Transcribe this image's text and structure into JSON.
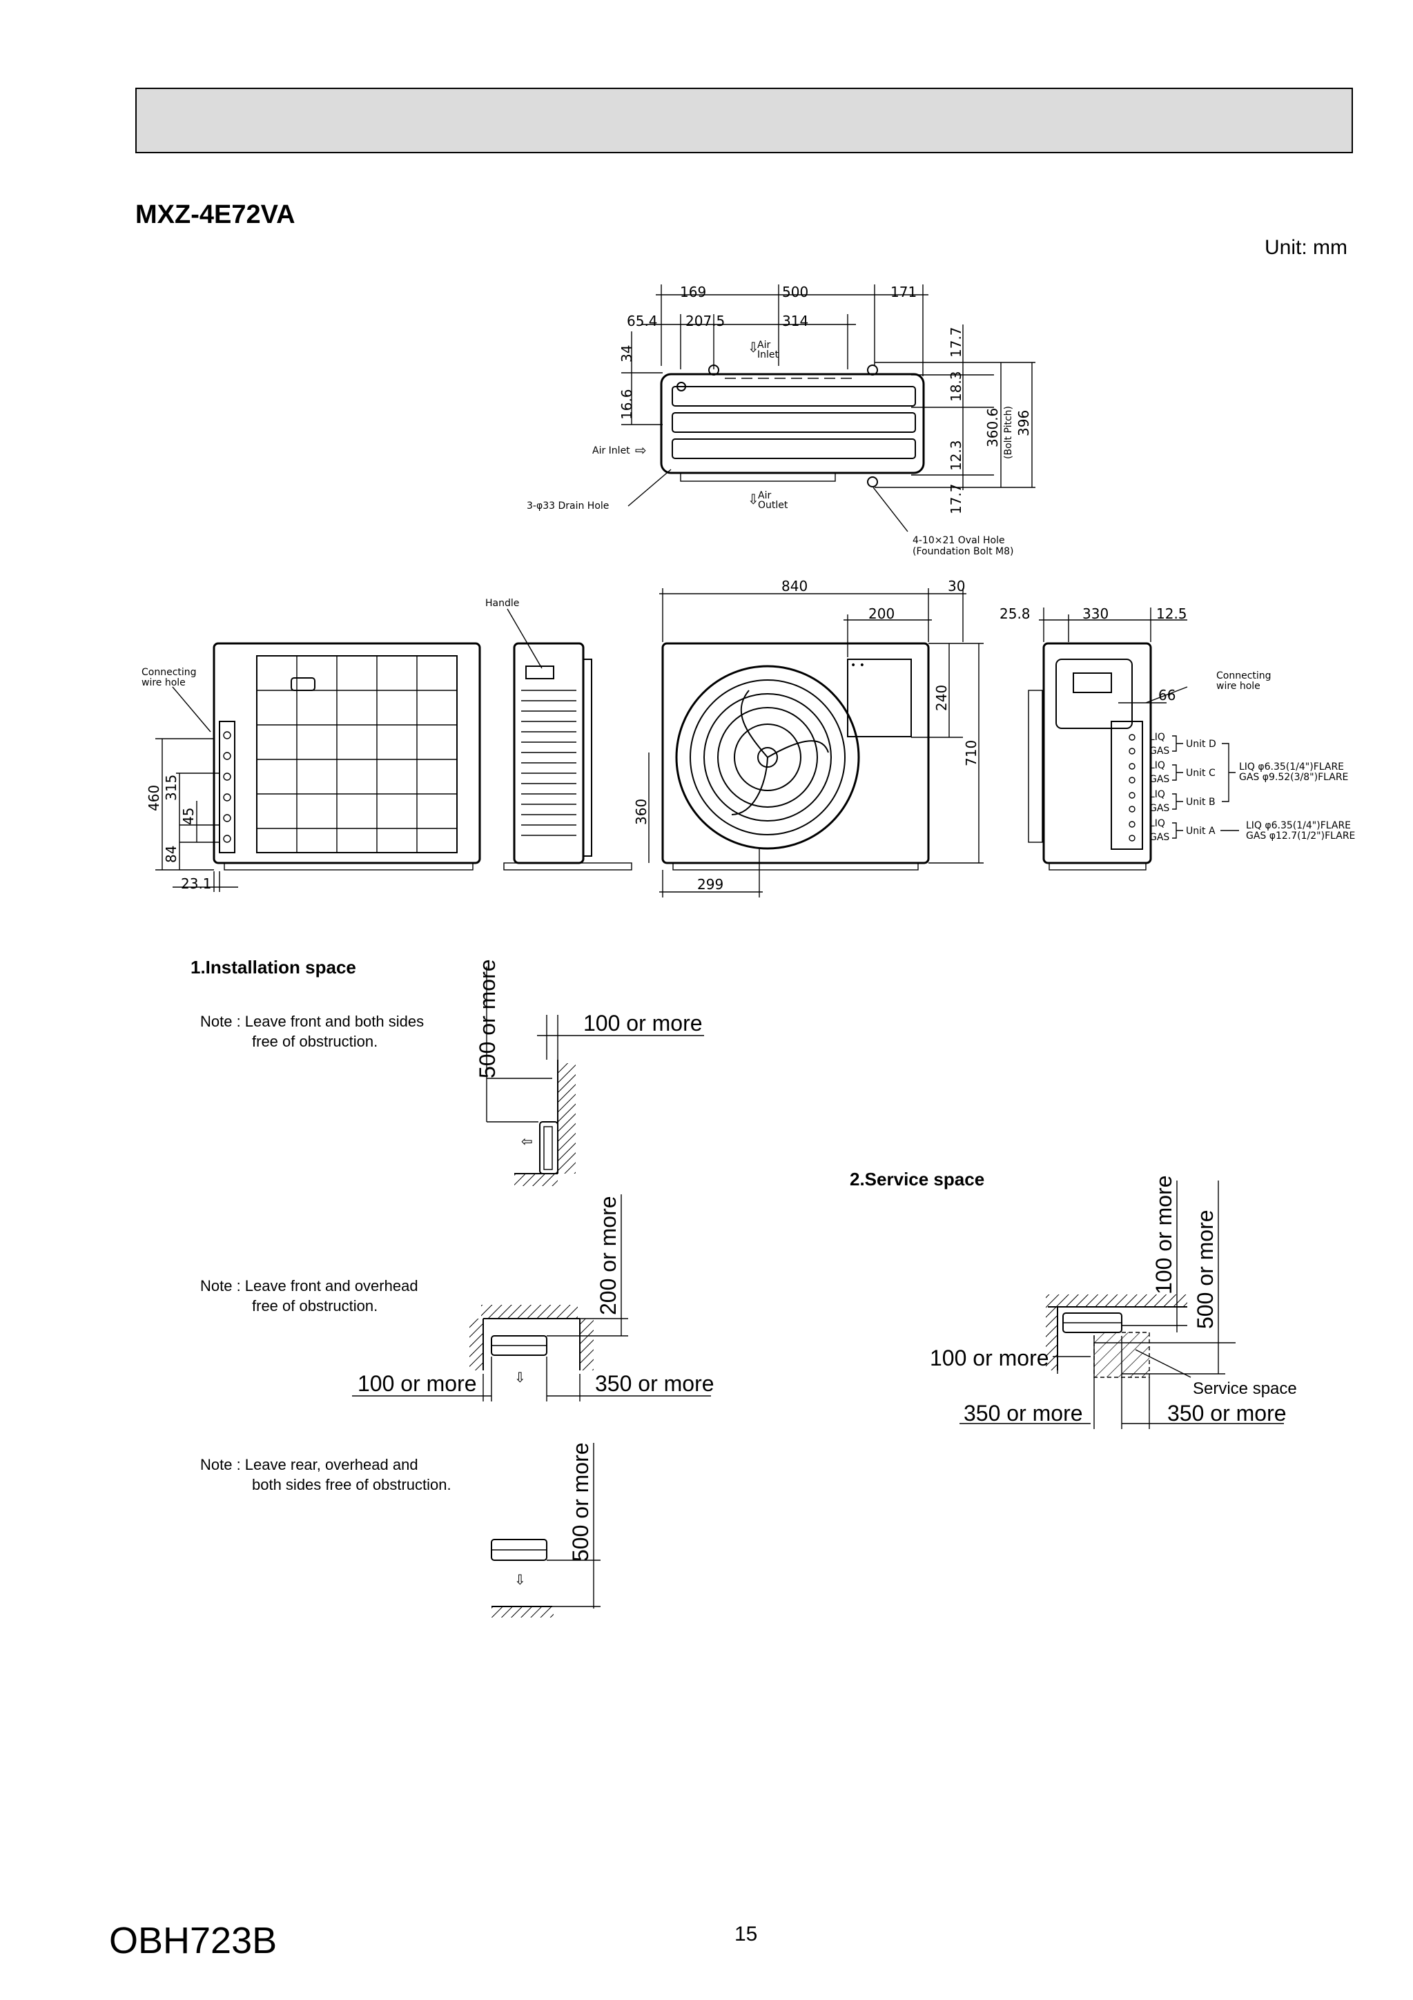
{
  "page": {
    "model": "MXZ-4E72VA",
    "unit_label": "Unit: mm",
    "doc_code": "OBH723B",
    "page_number": "15"
  },
  "top_view": {
    "dims": {
      "d169": "169",
      "d500": "500",
      "d171": "171",
      "d65_4": "65.4",
      "d207_5": "207.5",
      "d314": "314",
      "d34": "34",
      "d16_6": "16.6",
      "d17_7a": "17.7",
      "d18_3": "18.3",
      "d12_3": "12.3",
      "d17_7b": "17.7",
      "d360_6": "360.6",
      "bolt_pitch": "(Bolt Pitch)",
      "d396": "396"
    },
    "labels": {
      "air_inlet_top_1": "Air",
      "air_inlet_top_2": "Inlet",
      "air_inlet_left": "Air Inlet",
      "air_outlet_1": "Air",
      "air_outlet_2": "Outlet",
      "drain_hole": "3-φ33 Drain Hole",
      "oval_hole_1": "4-10×21 Oval Hole",
      "oval_hole_2": "(Foundation Bolt M8)"
    }
  },
  "elevations": {
    "labels": {
      "handle": "Handle",
      "conn_wire_left_1": "Connecting",
      "conn_wire_left_2": "wire hole",
      "conn_wire_right_1": "Connecting",
      "conn_wire_right_2": "wire hole"
    },
    "dims": {
      "d460": "460",
      "d315": "315",
      "d45": "45",
      "d84": "84",
      "d23_1": "23.1",
      "d360": "360",
      "d840": "840",
      "d30": "30",
      "d200": "200",
      "d240": "240",
      "d710": "710",
      "d299": "299",
      "d25_8": "25.8",
      "d330": "330",
      "d12_5": "12.5",
      "d66": "66"
    },
    "ports": {
      "liq": "LIQ",
      "gas": "GAS",
      "unit_d": "Unit D",
      "unit_c": "Unit C",
      "unit_b": "Unit B",
      "unit_a": "Unit A",
      "spec_dcb_liq": "LIQ  φ6.35(1/4\")FLARE",
      "spec_dcb_gas": "GAS  φ9.52(3/8\")FLARE",
      "spec_a_liq": "LIQ  φ6.35(1/4\")FLARE",
      "spec_a_gas": "GAS  φ12.7(1/2\")FLARE"
    }
  },
  "installation": {
    "title": "1.Installation space",
    "note1_line1": "Note : Leave front and both sides",
    "note1_line2": "free of obstruction.",
    "note2_line1": "Note : Leave front and overhead",
    "note2_line2": "free of obstruction.",
    "note3_line1": "Note : Leave rear, overhead and",
    "note3_line2": "both sides free of obstruction.",
    "d1_side": "100 or more",
    "d1_top": "500 or more",
    "d2_top": "200 or more",
    "d2_left": "100 or more",
    "d2_right": "350 or more",
    "d3_front": "500 or more"
  },
  "service": {
    "title": "2.Service space",
    "d_top_a": "100 or more",
    "d_top_b": "500 or more",
    "d_left": "100 or more",
    "d_bottom_left": "350 or more",
    "d_bottom_right": "350 or more",
    "service_label": "Service space"
  }
}
